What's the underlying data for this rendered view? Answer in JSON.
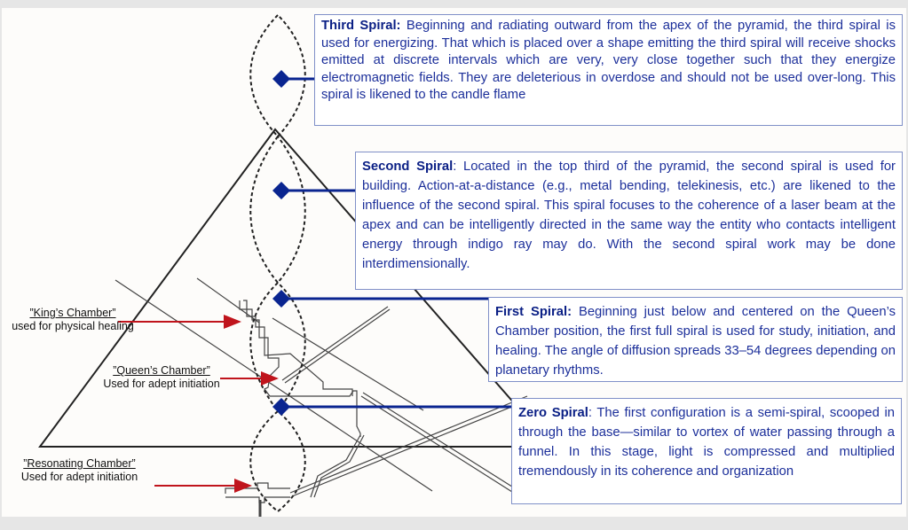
{
  "colors": {
    "box_text": "#1c2f9a",
    "box_border": "#8090c8",
    "marker": "#0a2590",
    "arrow": "#c0141c"
  },
  "spirals": [
    {
      "title": "Third Spiral:",
      "body": " Beginning and radiating outward from the apex of the pyramid, the third spiral is used for energizing. That which is placed over a shape emitting the third spiral will receive shocks emitted at discrete intervals which are very, very close together such that they energize electromagnetic fields. They are deleterious in overdose and should not be used over-long. This spiral is likened to the candle flame"
    },
    {
      "title": "Second Spiral",
      "body": ": Located in the top third of the pyramid, the second spiral is used for building. Action-at-a-distance (e.g., metal bending, telekinesis, etc.) are likened to the influence of the second spiral. This spiral focuses to the coherence of a laser beam at the apex and can be intelligently directed in the same way the entity who contacts intelligent energy through indigo ray may do. With the second spiral work may be done interdimensionally."
    },
    {
      "title": "First Spiral:",
      "body": " Beginning just below and centered on the Queen’s Chamber position, the first full spiral is used for study, initiation, and healing. The angle of diffusion spreads 33–54 degrees depending on planetary rhythms."
    },
    {
      "title": "Zero Spiral",
      "body": ": The first configuration is a semi-spiral, scooped in through the base—similar to vortex of water passing through a funnel. In this stage, light is compressed and multiplied tremendously in its coherence and organization"
    }
  ],
  "chambers": [
    {
      "title": "”King’s Chamber”",
      "desc": "used for physical healing"
    },
    {
      "title": "”Queen’s Chamber”",
      "desc": "Used for adept initiation"
    },
    {
      "title": "”Resonating Chamber”",
      "desc": "Used for adept initiation"
    }
  ]
}
